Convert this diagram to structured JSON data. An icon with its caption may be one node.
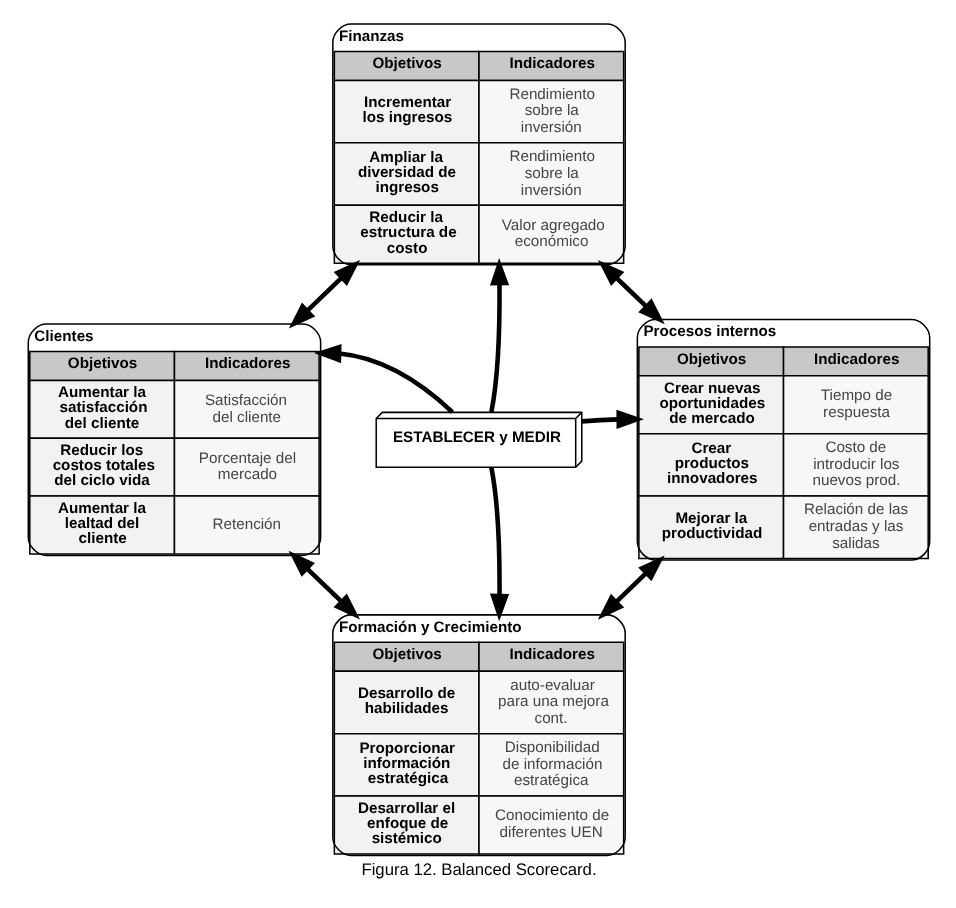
{
  "diagram": {
    "caption": "Figura 12. Balanced Scorecard.",
    "nodes": [
      {
        "text": [
          "Finanzas",
          "Objetivos",
          "Indicadores",
          "Incrementar los ingresos",
          "Rendimiento sobre la inversión",
          "Ampliar la diversidad de ingresos",
          "Rendimiento sobre la inversión",
          "Reducir la estructura de costo",
          "Valor agregado económico"
        ]
      },
      {
        "text": [
          "Clientes",
          "Objetivos",
          "Indicadores",
          "Aumentar la satisfacción del cliente",
          "Satisfacción del cliente",
          "Reducir los costos totales del ciclo vida",
          "Porcentaje del mercado",
          "Aumentar la lealtad del cliente",
          "Retención"
        ]
      },
      {
        "text": [
          "ESTABLECER y MEDIR"
        ]
      },
      {
        "text": [
          "Procesos internos",
          "Objetivos",
          "Indicadores",
          "Crear nuevas oportunidades de mercado",
          "Tiempo de respuesta",
          "Crear productos innovadores",
          "Costo de introducir los nuevos prod.",
          "Mejorar la productividad",
          "Relación de las entradas y las salidas"
        ]
      },
      {
        "text": [
          "Formación y Crecimiento",
          "Objetivos",
          "Indicadores",
          "Desarrollo de habilidades",
          "auto-evaluar para una mejora cont.",
          "Proporcionar información estratégica",
          "Disponibilidad de información estratégica",
          "Desarrollar el enfoque de sistémico",
          "Conocimiento de diferentes UEN"
        ]
      }
    ],
    "edges": [
      {
        "from": 2,
        "to": 0,
        "arrow": "to"
      },
      {
        "from": 2,
        "to": 1,
        "arrow": "to"
      },
      {
        "from": 2,
        "to": 3,
        "arrow": "to"
      },
      {
        "from": 2,
        "to": 4,
        "arrow": "to"
      },
      {
        "from": 0,
        "to": 1,
        "arrow": "both"
      },
      {
        "from": 0,
        "to": 3,
        "arrow": "both"
      },
      {
        "from": 1,
        "to": 4,
        "arrow": "both"
      },
      {
        "from": 3,
        "to": 4,
        "arrow": "both"
      }
    ]
  }
}
